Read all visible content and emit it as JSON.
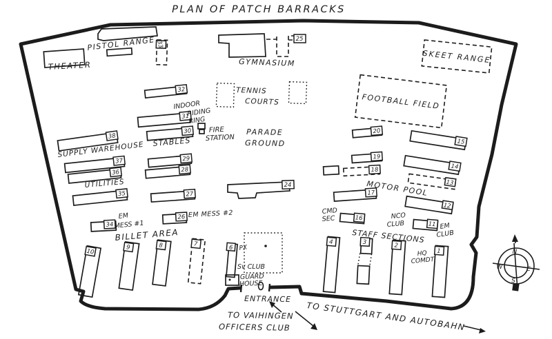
{
  "title": "PLAN OF PATCH BARRACKS",
  "labels": {
    "theater": "THEATER",
    "pistol_range": "PISTOL RANGE",
    "gymnasium": "GYMNASIUM",
    "skeet_range": "SKEET RANGE",
    "tennis": [
      "TENNIS",
      "COURTS"
    ],
    "football_field": "FOOTBALL FIELD",
    "indoor_riding_ring": [
      "INDOOR",
      "RIDING",
      "RING"
    ],
    "fire_station": [
      "FIRE",
      "STATION"
    ],
    "parade_ground": [
      "PARADE",
      "GROUND"
    ],
    "stables": "STABLES",
    "supply_warehouse": "SUPPLY WAREHOUSE",
    "utilities": "UTILITIES",
    "em_mess_1": [
      "EM",
      "MESS #1"
    ],
    "em_mess_2": "EM MESS #2",
    "billet_area": "BILLET AREA",
    "px": "PX",
    "sv_club": "Sv CLUB",
    "guard_house": [
      "GUARD",
      "HOUSE"
    ],
    "entrance": "ENTRANCE",
    "to_vaihingen": [
      "TO VAIHINGEN",
      "OFFICERS CLUB"
    ],
    "to_stuttgart": "TO STUTTGART AND AUTOBAHN",
    "motor_pool": "MOTOR POOL",
    "cmd_sec": [
      "CMD",
      "SEC"
    ],
    "nco_club": [
      "NCO",
      "CLUB"
    ],
    "em_club": [
      "EM",
      "CLUB"
    ],
    "staff_sections": "STAFF SECTIONS",
    "hq_comdt": [
      "HQ",
      "COMDT"
    ]
  },
  "buildings": {
    "b1": "1",
    "b2": "2",
    "b3": "3",
    "b4": "4",
    "b6": "6",
    "b7": "7",
    "b8": "8",
    "b9": "9",
    "b10": "10",
    "b11": "11",
    "b12": "12",
    "b13": "13",
    "b14": "14",
    "b15": "15",
    "b16": "16",
    "b17": "17",
    "b18": "18",
    "b19": "19",
    "b20": "20",
    "b24": "24",
    "b25": "25",
    "b26": "26",
    "b27": "27",
    "b28": "28",
    "b29": "29",
    "b30": "30",
    "b31": "31",
    "b32": "32",
    "b33": "33",
    "b34": "34",
    "b35": "35",
    "b36": "36",
    "b37": "37",
    "b38": "38"
  },
  "compass": {
    "n": "N",
    "e": "E",
    "s": "S",
    "w": "W"
  },
  "colors": {
    "ink": "#1c1c1c",
    "paper": "#ffffff"
  }
}
